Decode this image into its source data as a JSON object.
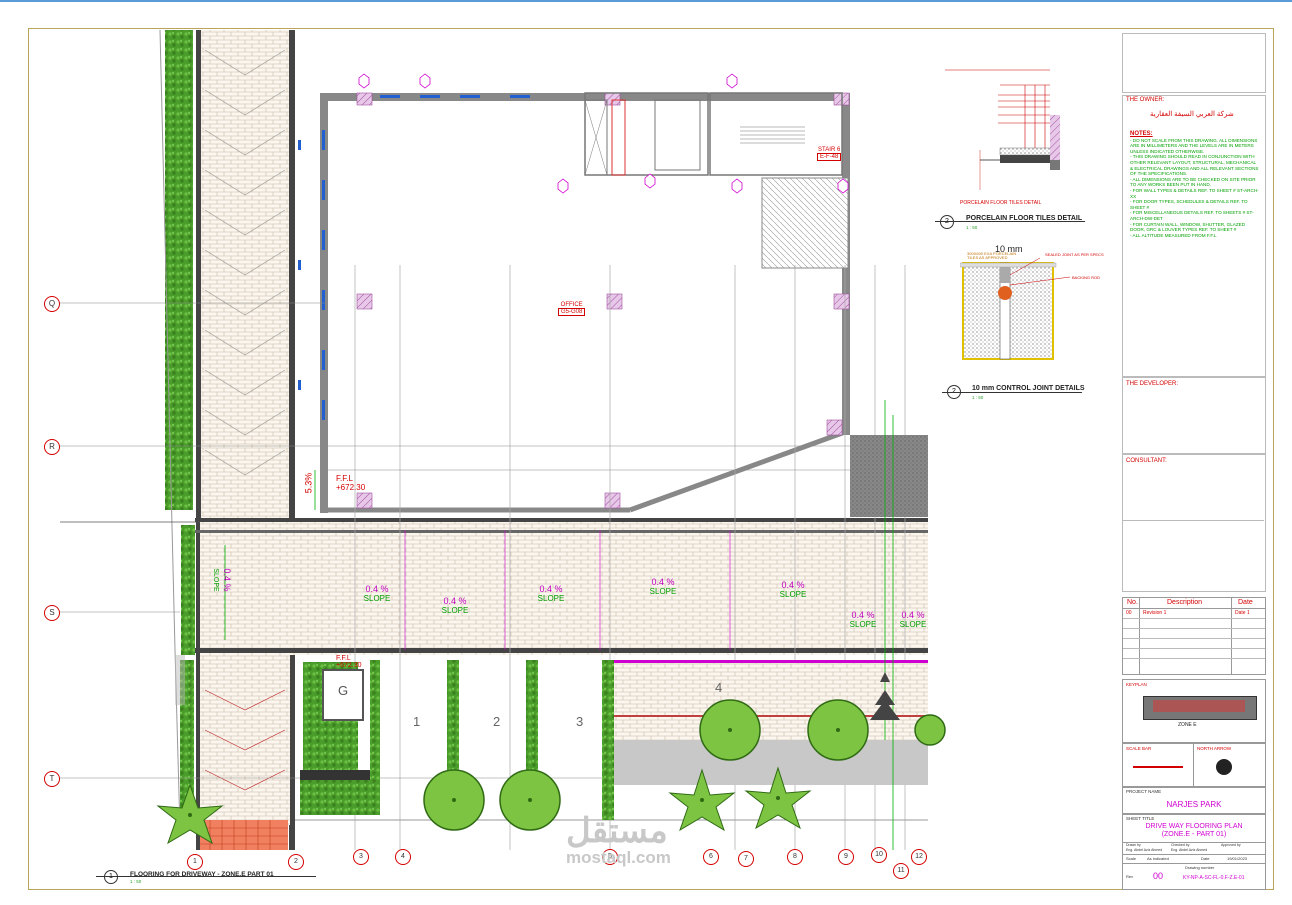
{
  "owner": {
    "label": "THE OWNER:",
    "name": "شركة العربي السيفة العقارية"
  },
  "notes": {
    "title": "NOTES:",
    "items": [
      "- DO NOT SCALE FROM THIS DRAWING. ALL DIMENSIONS ARE IN MILLIMETERS AND THE LEVELS ARE IN METERS UNLESS INDICATED OTHERWISE.",
      "- THIS DRAWING SHOULD READ IN CONJUNCTION WITH OTHER RELEVANT LAYOUT, STRUCTURAL, MECHANICAL & ELECTRICAL DRAWINGS AND ALL RELEVANT SECTIONS OF THE SPECIFICATIONS.",
      "- ALL DIMENSIONS ARE TO BE CHECKED ON SITE PRIOR TO ANY WORKS BEEN PUT IN HAND.",
      "- FOR WALL TYPES & DETAILS REF. TO SHEET # ST-ARCH-XX",
      "- FOR DOOR TYPES, SCHEDULES & DETAILS REF. TO SHEET #",
      "- FOR MISCELLANEOUS DETAILS REF. TO SHEETS # ST-ARCH-DW-DET",
      "- FOR CURTAIN WALL, WINDOW, SHUTTER, GLAZED DOOR, GRC & LOUVER TYPES REF. TO SHEET #",
      "- ALL ALTITUDE MEASURED FROM F.F.L"
    ]
  },
  "developer": {
    "label": "THE DEVELOPER:"
  },
  "consultant": {
    "label": "CONSULTANT:"
  },
  "revisions": {
    "headers": [
      "No.",
      "Description",
      "Date"
    ],
    "rows": [
      {
        "no": "00",
        "desc": "Revision 1",
        "date": "Date 1"
      }
    ]
  },
  "keyplan": {
    "label": "KEYPLAN",
    "zone": "ZONE E"
  },
  "scale_bar": {
    "label": "SCALE BAR"
  },
  "north_arrow": {
    "label": "NORTH ARROW"
  },
  "project": {
    "label": "PROJECT NAME",
    "name": "NARJES PARK"
  },
  "sheet_title": {
    "label": "SHEET TITLE",
    "line1": "DRIVE WAY FLOORING PLAN",
    "line2": "(ZONE.E - PART 01)"
  },
  "drawn_by": {
    "label": "Drawn by",
    "value": "Eng. Abdel Aziz Ahmed"
  },
  "checked_by": {
    "label": "Checked by",
    "value": "Eng. Abdel Aziz Ahmed"
  },
  "approved_by": {
    "label": "Approved by"
  },
  "scale": {
    "label": "Scale",
    "value": "As indicated"
  },
  "date": {
    "label": "Date",
    "value": "19/01/2023"
  },
  "rev": {
    "label": "Rev",
    "value": "00"
  },
  "drawing_number": {
    "label": "Drawing number",
    "value": "KY-NP-A-SC-FL-0.F-Z.E-01"
  },
  "detail1": {
    "num": "2",
    "title": "PORCELAIN FLOOR TILES DETAIL",
    "scale": "1 : 50",
    "caption": "PORCELAIN FLOOR TILES DETAIL"
  },
  "detail2": {
    "num": "2",
    "title": "10 mm CONTROL JOINT DETAILS",
    "scale": "1 : 50",
    "dim": "10 mm",
    "note1": "SEALED JOINT AS PER SPECS",
    "note2": "BACKING ROD",
    "note3": "300X600 EXA PORCELAIN TILES AS APPROVED"
  },
  "main_view": {
    "num": "1",
    "title": "FLOORING FOR DRIVEWAY - ZONE.E PART 01",
    "scale": "1 : 50"
  },
  "grid_rows": [
    "Q",
    "R",
    "S",
    "T"
  ],
  "grid_cols": [
    "1",
    "2",
    "3",
    "4",
    "5",
    "6",
    "7",
    "8",
    "9",
    "10",
    "11",
    "12"
  ],
  "slopes": [
    {
      "pct": "0.4 %",
      "word": "SLOPE"
    },
    {
      "pct": "0.4 %",
      "word": "SLOPE"
    },
    {
      "pct": "0.4 %",
      "word": "SLOPE"
    },
    {
      "pct": "0.4 %",
      "word": "SLOPE"
    },
    {
      "pct": "0.4 %",
      "word": "SLOPE"
    },
    {
      "pct": "0.4 %",
      "word": "SLOPE"
    },
    {
      "pct": "0.4 %",
      "word": "SLOPE"
    }
  ],
  "side_slope": "0.4 %",
  "side_slope_word": "SLOPE",
  "ramp_slope": "5.3%",
  "ffl": {
    "label": "F.F.L",
    "value": "+672.30"
  },
  "ffl2": {
    "label": "F.F.L",
    "value": "+672.30"
  },
  "office": {
    "name": "OFFICE",
    "tag": "G5-G08"
  },
  "stair": {
    "name": "STAIR 6",
    "tag": "E-F-48"
  },
  "parking_numbers": [
    "1",
    "2",
    "3",
    "4"
  ],
  "g_label": "G",
  "watermark": {
    "arabic": "مستقل",
    "latin": "mostaql.com"
  }
}
